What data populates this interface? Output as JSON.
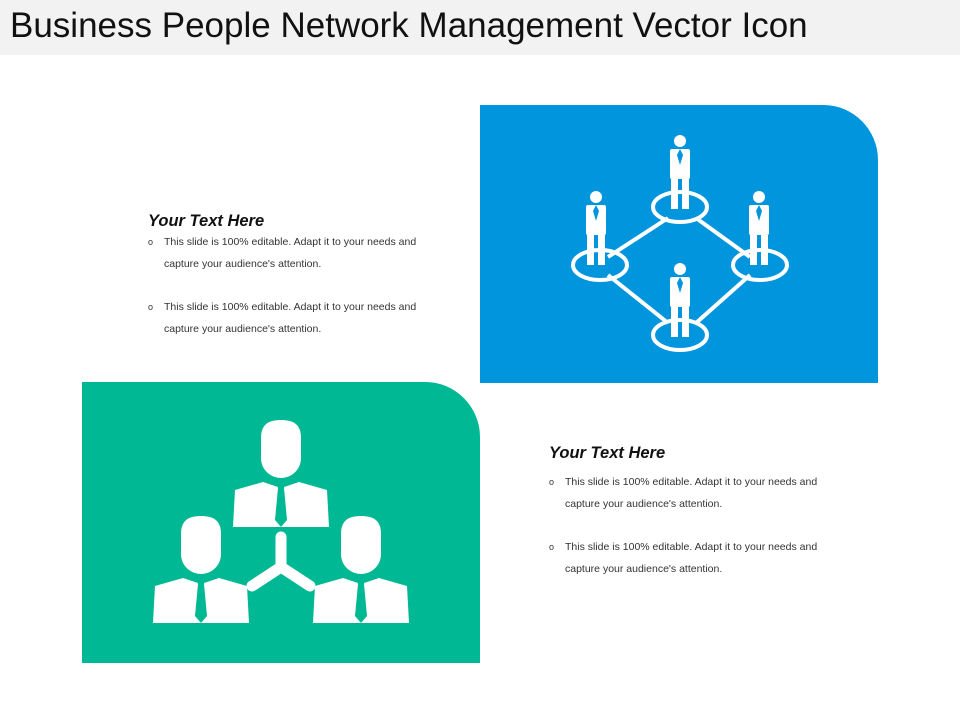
{
  "title": "Business People Network Management Vector Icon",
  "colors": {
    "blue_panel": "#0095dc",
    "green_panel": "#00b894",
    "title_bar": "#f2f2f2"
  },
  "icons": {
    "network": "diamond-people-network-icon",
    "team": "three-people-connected-icon"
  },
  "left_block": {
    "heading": "Your Text Here",
    "bullets": [
      {
        "marker": "o",
        "text": "This slide is 100% editable. Adapt it to your needs and capture your audience's attention."
      },
      {
        "marker": "o",
        "text": "This slide is 100% editable. Adapt it to your needs and capture your audience's attention."
      }
    ]
  },
  "right_block": {
    "heading": "Your Text Here",
    "bullets": [
      {
        "marker": "o",
        "text": "This slide is 100% editable. Adapt it to your needs and capture your audience's attention."
      },
      {
        "marker": "o",
        "text": "This slide is 100% editable. Adapt it to your needs and capture your audience's attention."
      }
    ]
  }
}
